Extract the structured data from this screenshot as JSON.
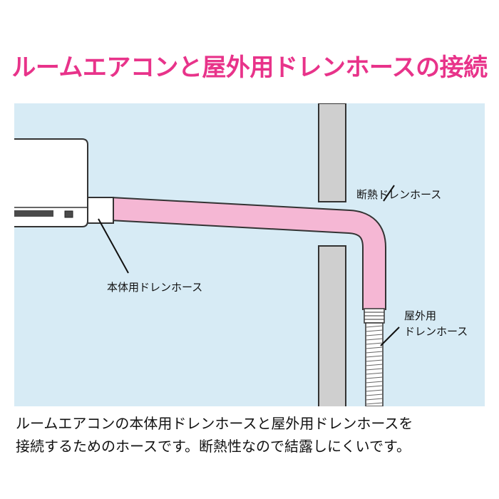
{
  "title": "ルームエアコンと屋外用ドレンホースの接続",
  "labels": {
    "insulated_hose": "断熱ドレンホース",
    "unit_hose": "本体用ドレンホース",
    "outdoor_hose_line1": "屋外用",
    "outdoor_hose_line2": "ドレンホース"
  },
  "caption": {
    "line1": "ルームエアコンの本体用ドレンホースと屋外用ドレンホースを",
    "line2": "接続するためのホースです。断熱性なので結露しにくいです。"
  },
  "colors": {
    "title": "#e8338a",
    "background_panel": "#d7ebf5",
    "wall": "#cfcfcf",
    "insulated_hose": "#f5b7d4",
    "outline": "#333333"
  }
}
